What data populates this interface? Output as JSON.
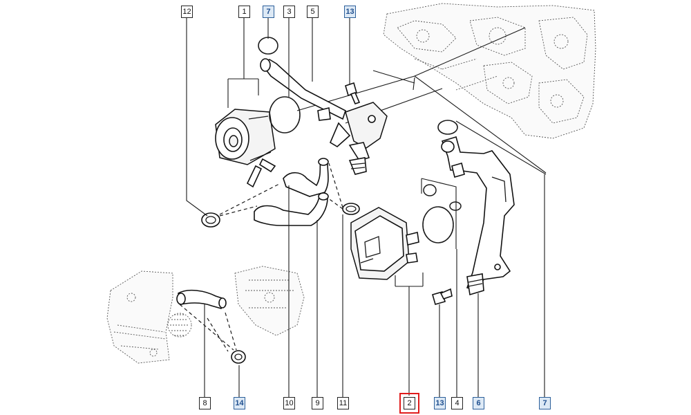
{
  "callouts": {
    "c12_top": "12",
    "c1": "1",
    "c7_top": "7",
    "c3": "3",
    "c5": "5",
    "c13_top": "13",
    "c8": "8",
    "c14": "14",
    "c10": "10",
    "c9": "9",
    "c11": "11",
    "c2": "2",
    "c13_bottom": "13",
    "c4": "4",
    "c6": "6",
    "c7_bottom": "7"
  },
  "reference_callouts": [
    "7",
    "13",
    "14",
    "13",
    "6",
    "7"
  ],
  "highlighted_callout": "2",
  "colors": {
    "line": "#1a1a1a",
    "reference_box_fill": "#dde9f5",
    "reference_box_text": "#1f4f8f",
    "highlight": "#e01b1b"
  }
}
